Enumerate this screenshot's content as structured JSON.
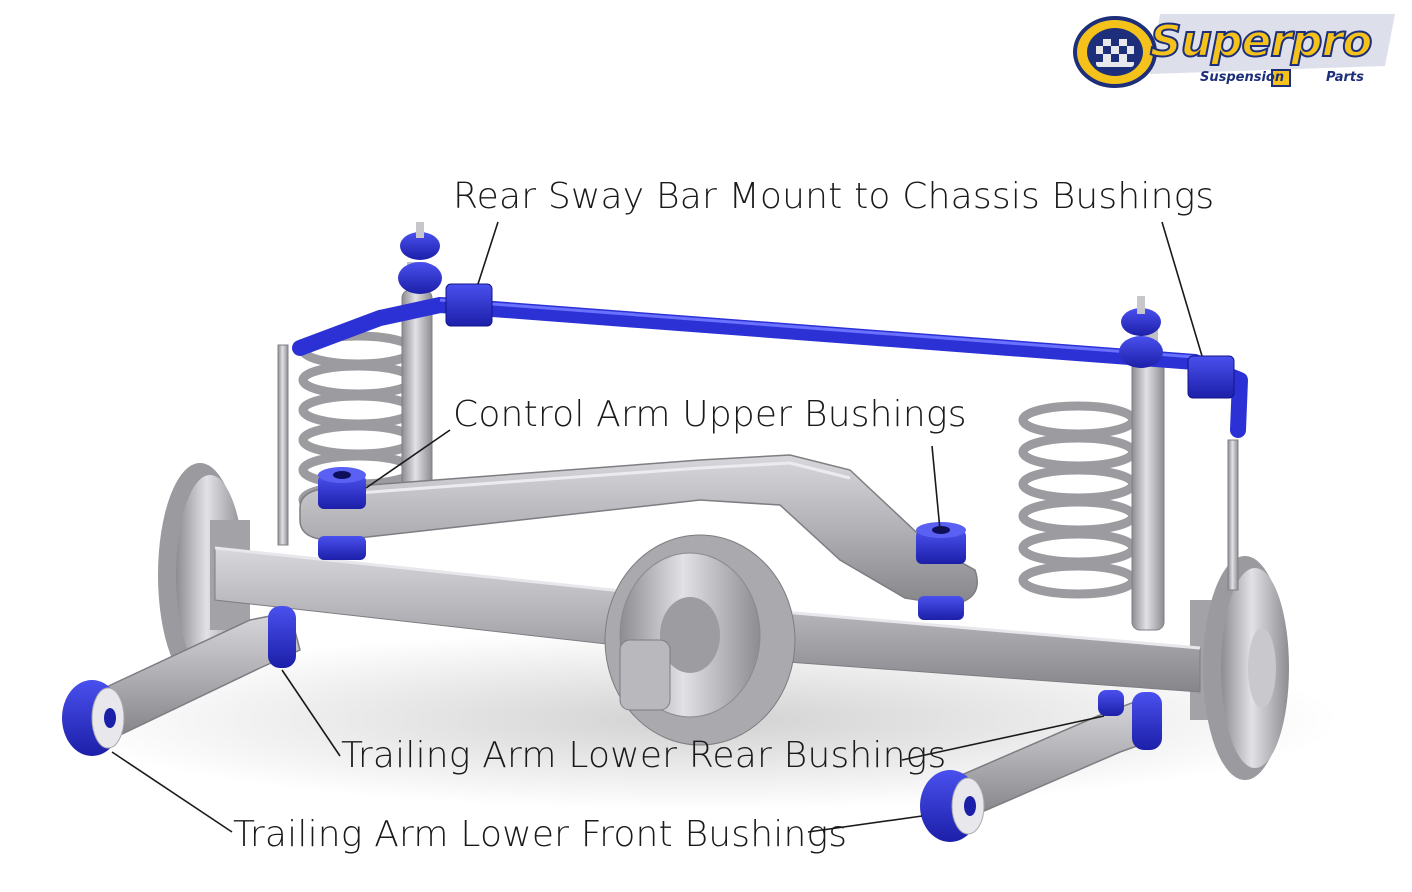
{
  "brand": {
    "name": "Superpro",
    "tagline_left": "Suspension",
    "tagline_right": "Parts",
    "colors": {
      "navy": "#1d2f7a",
      "gold": "#f5c21b"
    }
  },
  "labels": {
    "sway_bar": "Rear Sway Bar Mount to Chassis Bushings",
    "control_arm": "Control Arm Upper Bushings",
    "trailing_rear": "Trailing Arm Lower Rear Bushings",
    "trailing_front": "Trailing Arm Lower Front Bushings"
  },
  "colors": {
    "bushing_blue": "#2a2fd0",
    "bushing_dark": "#15178a",
    "metal": "#b9b9bd",
    "metal_dark": "#8e8e93",
    "leader_line": "#1a1a1a"
  }
}
